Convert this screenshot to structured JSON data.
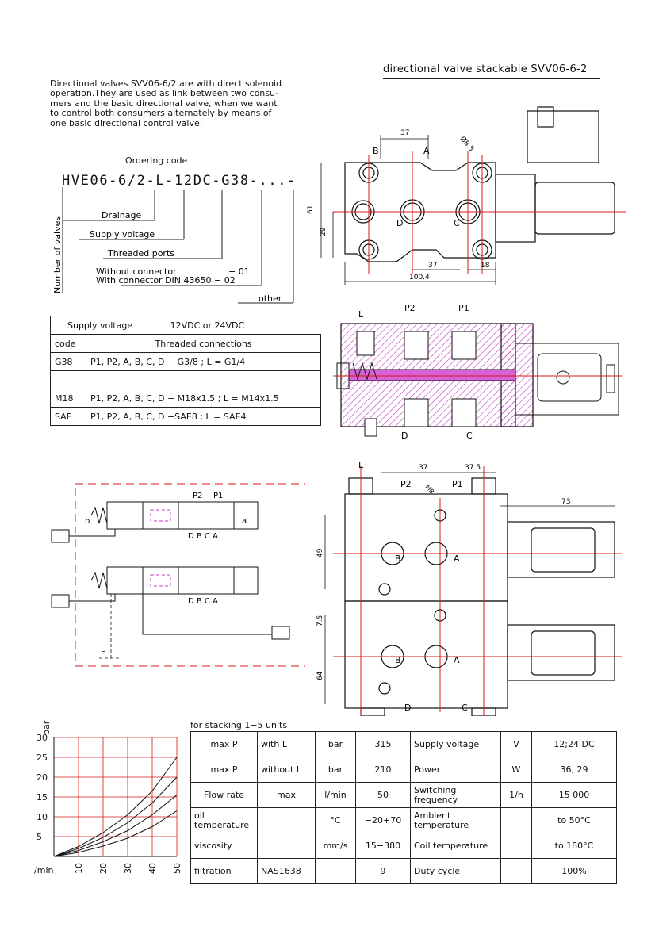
{
  "header": {
    "title": "directional valve stackable SVV06-6-2"
  },
  "intro": {
    "lines": [
      "Directional valves SVV06-6/2 are with direct solenoid",
      "operation.They are used as link between two consu-",
      "mers and the basic directional valve, when we want",
      "to control both consumers alternately by means of",
      "one basic directional control valve."
    ]
  },
  "ordering": {
    "title": "Ordering code",
    "code": "HVE06-6/2-L-12DC-G38-...-",
    "number_of_valves": "Number of valves",
    "drainage": "Drainage",
    "supply_voltage": "Supply voltage",
    "threaded_ports": "Threaded ports",
    "without_connector": "Without connector",
    "without_code": "− 01",
    "with_connector": "With connector DIN 43650 − 02",
    "other": "other"
  },
  "supply_table": {
    "label": "Supply voltage",
    "value": "12VDC or 24VDC",
    "col_code": "code",
    "col_threads": "Threaded connections",
    "rows": [
      {
        "code": "G38",
        "desc": "P1, P2, A, B, C, D − G3/8 ; L = G1/4"
      },
      {
        "code": "",
        "desc": ""
      },
      {
        "code": "M18",
        "desc": "P1, P2, A, B, C, D − M18x1.5 ; L = M14x1.5"
      },
      {
        "code": "SAE",
        "desc": "P1, P2, A, B, C, D −SAE8 ; L = SAE4"
      }
    ]
  },
  "drawing_top": {
    "dim_37": "37",
    "dim_d85": "Ø8.5",
    "dim_61": "61",
    "dim_29": "29",
    "dim_37b": "37",
    "dim_18": "18",
    "dim_1004": "100.4",
    "port_b": "B",
    "port_a": "A",
    "port_d": "D",
    "port_c": "C"
  },
  "drawing_section": {
    "port_l": "L",
    "port_p2": "P2",
    "port_p1": "P1",
    "port_d": "D",
    "port_c": "C"
  },
  "schematic": {
    "p2": "P2",
    "p1": "P1",
    "b": "b",
    "a": "a",
    "dbca": "D B C A",
    "l": "L"
  },
  "drawing_stack": {
    "l": "L",
    "dim_37": "37",
    "dim_375": "37.5",
    "p2": "P2",
    "m8": "M8",
    "p1": "P1",
    "dim_73": "73",
    "dim_49": "49",
    "dim_75": "7.5",
    "dim_64": "64",
    "b": "B",
    "a": "A",
    "d": "D",
    "c": "C"
  },
  "chart_data": {
    "type": "line",
    "ylabel": "bar",
    "xlabel": "l/min",
    "x_ticks": [
      10,
      20,
      30,
      40,
      50
    ],
    "y_ticks": [
      5,
      10,
      15,
      20,
      25,
      30
    ],
    "xlim": [
      0,
      50
    ],
    "ylim": [
      0,
      30
    ],
    "series": [
      {
        "x": [
          0,
          10,
          20,
          30,
          40,
          50
        ],
        "values": [
          0,
          2.5,
          6,
          10.5,
          16.5,
          25
        ]
      },
      {
        "x": [
          0,
          10,
          20,
          30,
          40,
          50
        ],
        "values": [
          0,
          2,
          4.8,
          8.5,
          13.5,
          20
        ]
      },
      {
        "x": [
          0,
          10,
          20,
          30,
          40,
          50
        ],
        "values": [
          0,
          1.5,
          3.7,
          6.5,
          10.5,
          15.5
        ]
      },
      {
        "x": [
          0,
          10,
          20,
          30,
          40,
          50
        ],
        "values": [
          0,
          1,
          2.6,
          4.6,
          7.5,
          11.5
        ]
      }
    ]
  },
  "spec": {
    "stacking": "for stacking 1−5 units",
    "rows": [
      [
        "max P",
        "with L",
        "bar",
        "315",
        "Supply voltage",
        "V",
        "12;24 DC"
      ],
      [
        "max P",
        "without L",
        "bar",
        "210",
        "Power",
        "W",
        "36, 29"
      ],
      [
        "Flow rate",
        "max",
        "l/min",
        "50",
        "Switching frequency",
        "1/h",
        "15 000"
      ],
      [
        "oil temperature",
        "",
        "°C",
        "−20+70",
        "Ambient temperature",
        "",
        "to 50°C"
      ],
      [
        "viscosity",
        "",
        "mm/s",
        "15−380",
        "Coil temperature",
        "",
        "to 180°C"
      ],
      [
        "filtration",
        "NAS1638",
        "",
        "9",
        "Duty cycle",
        "",
        "100%"
      ]
    ]
  },
  "colors": {
    "red": "#d81818",
    "magenta": "#c03cc0",
    "ink": "#111111"
  }
}
